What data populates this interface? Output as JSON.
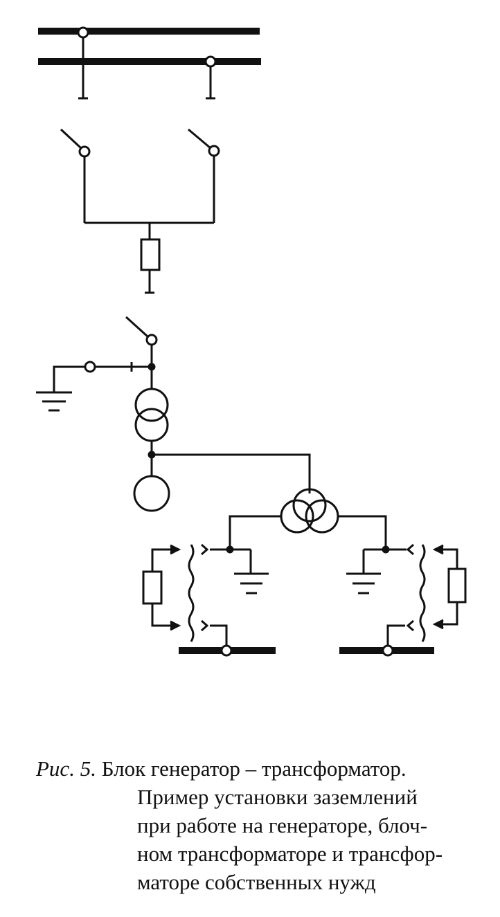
{
  "caption": {
    "prefix": "Рис. 5.",
    "line1": "Блок генератор – трансформатор.",
    "line2": "Пример установки заземлений",
    "line3": "при работе на генераторе, блоч-",
    "line4": "ном трансформаторе и трансфор-",
    "line5": "маторе собственных нужд"
  },
  "colors": {
    "ink": "#111111",
    "background": "#ffffff"
  }
}
